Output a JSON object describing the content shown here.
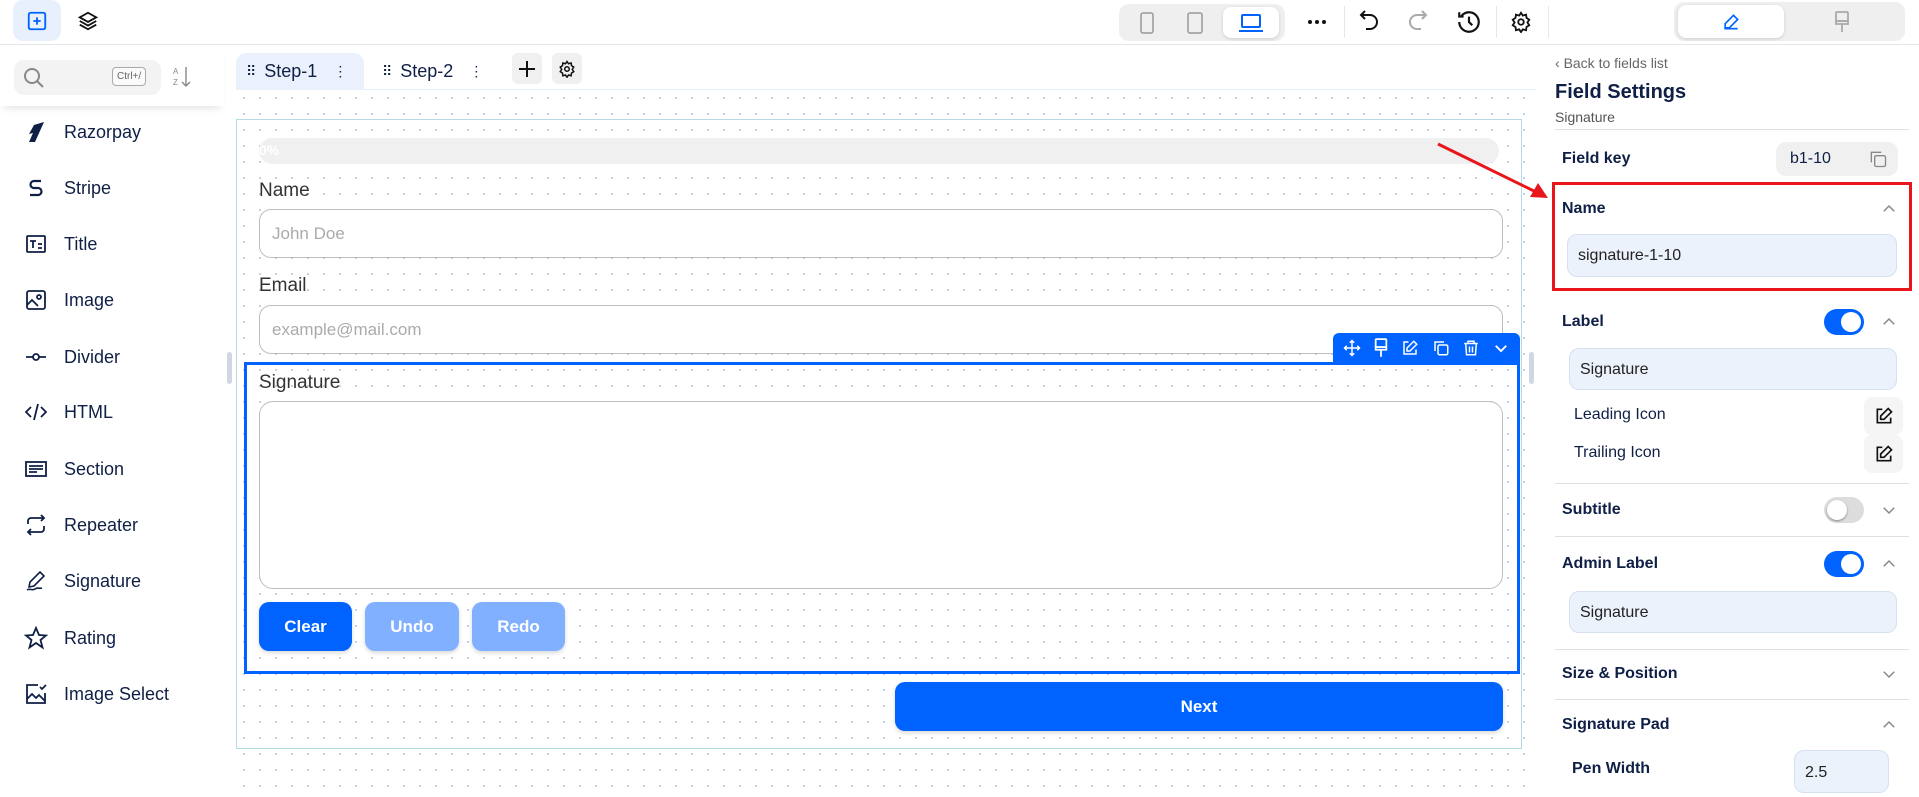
{
  "topbar": {
    "device_modes": [
      "mobile",
      "tablet",
      "desktop"
    ],
    "active_device": "desktop",
    "panel_modes": [
      "edit",
      "style"
    ],
    "active_panel_mode": "edit"
  },
  "sidebar": {
    "search": {
      "placeholder": "",
      "shortcut": "Ctrl+/"
    },
    "items": [
      {
        "label": "Razorpay",
        "icon": "razorpay-icon"
      },
      {
        "label": "Stripe",
        "icon": "stripe-icon"
      },
      {
        "label": "Title",
        "icon": "title-icon"
      },
      {
        "label": "Image",
        "icon": "image-icon"
      },
      {
        "label": "Divider",
        "icon": "divider-icon"
      },
      {
        "label": "HTML",
        "icon": "code-icon"
      },
      {
        "label": "Section",
        "icon": "section-icon"
      },
      {
        "label": "Repeater",
        "icon": "repeat-icon"
      },
      {
        "label": "Signature",
        "icon": "signature-icon"
      },
      {
        "label": "Rating",
        "icon": "star-icon"
      },
      {
        "label": "Image Select",
        "icon": "image-select-icon"
      }
    ]
  },
  "tabs": [
    {
      "label": "Step-1",
      "active": true
    },
    {
      "label": "Step-2",
      "active": false
    }
  ],
  "form": {
    "progress": {
      "label": "0%",
      "value": 0
    },
    "name": {
      "label": "Name",
      "placeholder": "John Doe"
    },
    "email": {
      "label": "Email",
      "placeholder": "example@mail.com"
    },
    "signature": {
      "label": "Signature",
      "clear": "Clear",
      "undo": "Undo",
      "redo": "Redo"
    },
    "next": "Next"
  },
  "panel": {
    "back": "Back to fields list",
    "title": "Field Settings",
    "subtitle": "Signature",
    "field_key": {
      "label": "Field key",
      "value": "b1-10"
    },
    "name": {
      "label": "Name",
      "value": "signature-1-10"
    },
    "label": {
      "label": "Label",
      "enabled": true,
      "value": "Signature",
      "leading_icon": "Leading Icon",
      "trailing_icon": "Trailing Icon"
    },
    "subtitle_row": {
      "label": "Subtitle",
      "enabled": false
    },
    "admin_label": {
      "label": "Admin Label",
      "enabled": true,
      "value": "Signature"
    },
    "size_position": {
      "label": "Size & Position"
    },
    "signature_pad": {
      "label": "Signature Pad",
      "pen_width_label": "Pen Width",
      "pen_width": "2.5"
    }
  },
  "colors": {
    "accent": "#0062ff",
    "annotation": "#e8161b",
    "navy": "#0f1f45"
  }
}
